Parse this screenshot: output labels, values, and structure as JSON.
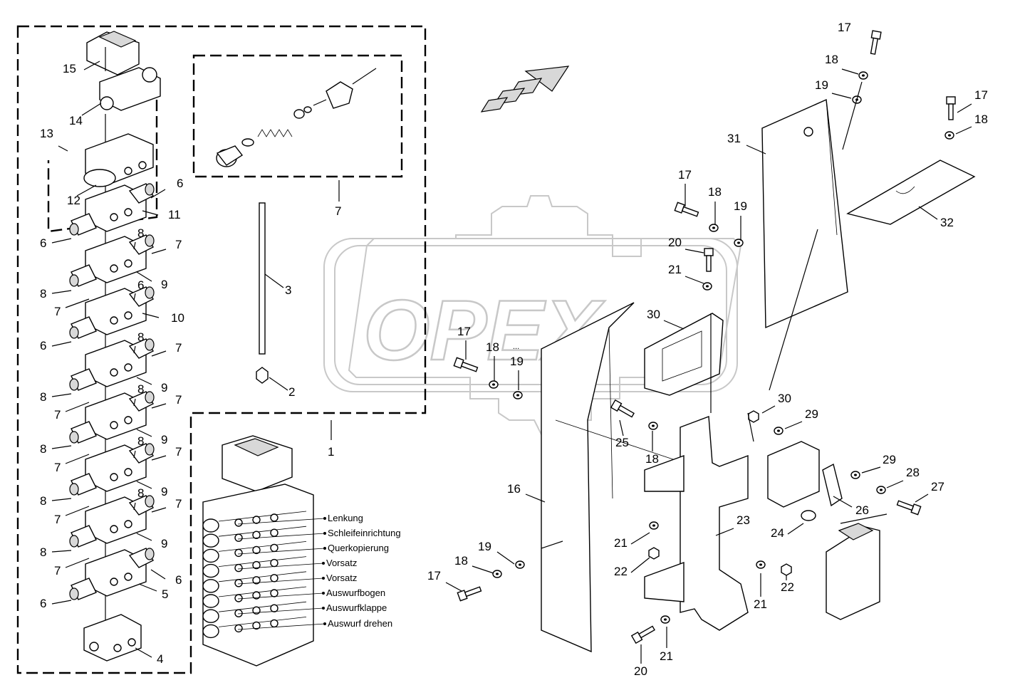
{
  "watermark": "OPEX",
  "callouts": [
    {
      "id": "c15",
      "label": "15"
    },
    {
      "id": "c14",
      "label": "14"
    },
    {
      "id": "c13",
      "label": "13"
    },
    {
      "id": "c12",
      "label": "12"
    },
    {
      "id": "c6a",
      "label": "6"
    },
    {
      "id": "c11",
      "label": "11"
    },
    {
      "id": "c6b",
      "label": "6"
    },
    {
      "id": "c8a",
      "label": "8"
    },
    {
      "id": "c7a",
      "label": "7"
    },
    {
      "id": "c9a",
      "label": "9"
    },
    {
      "id": "c8b",
      "label": "8"
    },
    {
      "id": "c7b",
      "label": "7"
    },
    {
      "id": "c6c",
      "label": "6"
    },
    {
      "id": "c10",
      "label": "10"
    },
    {
      "id": "c6d",
      "label": "6"
    },
    {
      "id": "c8c",
      "label": "8"
    },
    {
      "id": "c7c",
      "label": "7"
    },
    {
      "id": "c9b",
      "label": "9"
    },
    {
      "id": "c8d",
      "label": "8"
    },
    {
      "id": "c7d",
      "label": "7"
    },
    {
      "id": "c7e",
      "label": "7"
    },
    {
      "id": "c8e",
      "label": "8"
    },
    {
      "id": "c9c",
      "label": "9"
    },
    {
      "id": "c8f",
      "label": "8"
    },
    {
      "id": "c7f",
      "label": "7"
    },
    {
      "id": "c7g",
      "label": "7"
    },
    {
      "id": "c8g",
      "label": "8"
    },
    {
      "id": "c9d",
      "label": "9"
    },
    {
      "id": "c8h",
      "label": "8"
    },
    {
      "id": "c7h",
      "label": "7"
    },
    {
      "id": "c7i",
      "label": "7"
    },
    {
      "id": "c8i",
      "label": "8"
    },
    {
      "id": "c9e",
      "label": "9"
    },
    {
      "id": "c8j",
      "label": "8"
    },
    {
      "id": "c7j",
      "label": "7"
    },
    {
      "id": "c6e",
      "label": "6"
    },
    {
      "id": "c5",
      "label": "5"
    },
    {
      "id": "c6f",
      "label": "6"
    },
    {
      "id": "c4",
      "label": "4"
    },
    {
      "id": "c3",
      "label": "3"
    },
    {
      "id": "c2",
      "label": "2"
    },
    {
      "id": "c7box",
      "label": "7"
    },
    {
      "id": "c1",
      "label": "1"
    },
    {
      "id": "c17a",
      "label": "17"
    },
    {
      "id": "c18a",
      "label": "18"
    },
    {
      "id": "c19a",
      "label": "19"
    },
    {
      "id": "c31",
      "label": "31"
    },
    {
      "id": "c17b",
      "label": "17"
    },
    {
      "id": "c18b",
      "label": "18"
    },
    {
      "id": "c32",
      "label": "32"
    },
    {
      "id": "c17c",
      "label": "17"
    },
    {
      "id": "c18c",
      "label": "18"
    },
    {
      "id": "c19c",
      "label": "19"
    },
    {
      "id": "c20a",
      "label": "20"
    },
    {
      "id": "c21a",
      "label": "21"
    },
    {
      "id": "c30a",
      "label": "30"
    },
    {
      "id": "c17d",
      "label": "17"
    },
    {
      "id": "c18d",
      "label": "18"
    },
    {
      "id": "c19d",
      "label": "19"
    },
    {
      "id": "c30b",
      "label": "30"
    },
    {
      "id": "c29a",
      "label": "29"
    },
    {
      "id": "c25",
      "label": "25"
    },
    {
      "id": "c18e",
      "label": "18"
    },
    {
      "id": "c29b",
      "label": "29"
    },
    {
      "id": "c28",
      "label": "28"
    },
    {
      "id": "c27",
      "label": "27"
    },
    {
      "id": "c16",
      "label": "16"
    },
    {
      "id": "c26",
      "label": "26"
    },
    {
      "id": "c23",
      "label": "23"
    },
    {
      "id": "c24",
      "label": "24"
    },
    {
      "id": "c21b",
      "label": "21"
    },
    {
      "id": "c22a",
      "label": "22"
    },
    {
      "id": "c19e",
      "label": "19"
    },
    {
      "id": "c18f",
      "label": "18"
    },
    {
      "id": "c17e",
      "label": "17"
    },
    {
      "id": "c21c",
      "label": "21"
    },
    {
      "id": "c22b",
      "label": "22"
    },
    {
      "id": "c21d",
      "label": "21"
    },
    {
      "id": "c20b",
      "label": "20"
    }
  ],
  "functions": [
    {
      "label": "Lenkung"
    },
    {
      "label": "Schleifeinrichtung"
    },
    {
      "label": "Querkopierung"
    },
    {
      "label": "Vorsatz"
    },
    {
      "label": "Vorsatz"
    },
    {
      "label": "Auswurfbogen"
    },
    {
      "label": "Auswurfklappe"
    },
    {
      "label": "Auswurf drehen"
    }
  ],
  "extra_mark": "..."
}
